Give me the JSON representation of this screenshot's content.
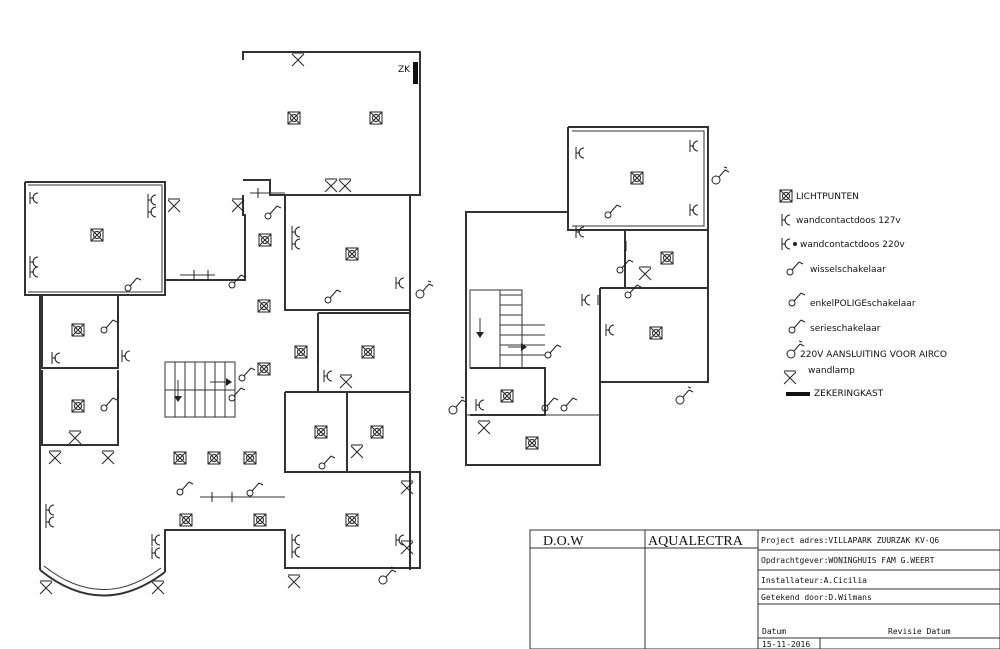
{
  "legend": {
    "items": [
      {
        "symbol": "light-point-icon",
        "label": "LICHTPUNTEN"
      },
      {
        "symbol": "socket-127v-icon",
        "label": "wandcontactdoos 127v"
      },
      {
        "symbol": "socket-220v-icon",
        "label": "wandcontactdoos 220v"
      },
      {
        "symbol": "two-way-switch-icon",
        "label": "wisselschakelaar"
      },
      {
        "symbol": "single-pole-switch-icon",
        "label": "enkelPOLIGEschakelaar"
      },
      {
        "symbol": "series-switch-icon",
        "label": "serieschakelaar"
      },
      {
        "symbol": "aircon-connection-icon",
        "label": "220V AANSLUITING VOOR AIRCO"
      },
      {
        "symbol": "wall-lamp-icon",
        "label": "wandlamp"
      },
      {
        "symbol": "fuse-box-icon",
        "label": "ZEKERINGKAST"
      }
    ]
  },
  "plan": {
    "fuse_box_label": "ZK"
  },
  "title_block": {
    "company": "D.O.W",
    "client_company": "AQUALECTRA",
    "project": "Project adres:VILLAPARK ZUURZAK KV-Q6",
    "opdrachtgever": "Opdrachtgever:WONINGHUIS FAM G.WEERT",
    "installateur": "Installateur:A.Cicilia",
    "getekend": "Getekend door:D.Wilmans",
    "datum_label": "Datum",
    "datum_value": "15-11-2016",
    "revisie_label": "Revisie Datum"
  }
}
